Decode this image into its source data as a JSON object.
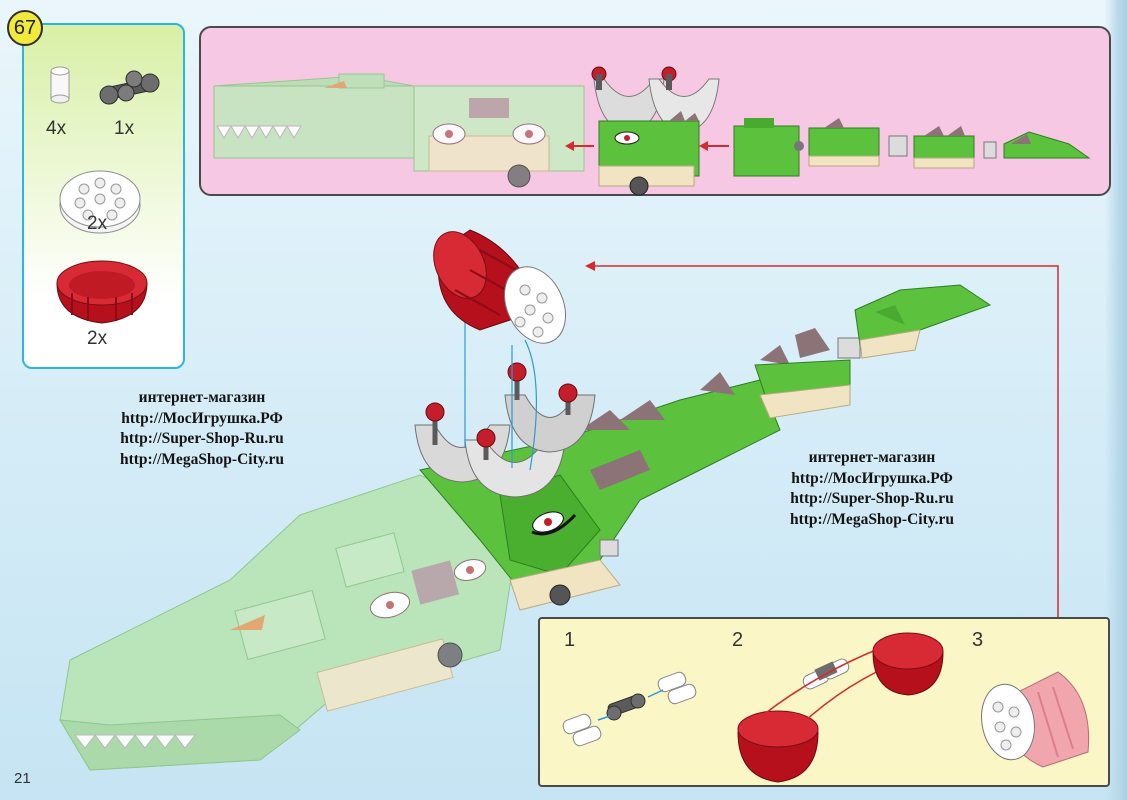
{
  "step": {
    "number": "67"
  },
  "parts": [
    {
      "name": "white-round-1x1-brick",
      "qty": "4x"
    },
    {
      "name": "dark-gray-axle-connector",
      "qty": "1x"
    },
    {
      "name": "white-round-plate-4x4",
      "qty": "2x"
    },
    {
      "name": "red-barrel-half",
      "qty": "2x"
    }
  ],
  "substeps": {
    "labels": [
      "1",
      "2",
      "3"
    ]
  },
  "shop_left": {
    "heading": "интернет-магазин",
    "links": [
      "http://МосИгрушка.РФ",
      "http://Super-Shop-Ru.ru",
      "http://MegaShop-City.ru"
    ]
  },
  "shop_right": {
    "heading": "интернет-магазин",
    "links": [
      "http://МосИгрушка.РФ",
      "http://Super-Shop-Ru.ru",
      "http://MegaShop-City.ru"
    ]
  },
  "page": {
    "number": "21"
  },
  "colors": {
    "background": "#d4ecf7",
    "parts_border": "#2eb3e6",
    "overview_bg": "#f6c8e3",
    "substeps_bg": "#fbf6c6",
    "badge": "#f2ea3a",
    "brick_green": "#5cc23e",
    "brick_light_green": "#a6dca2",
    "brick_red": "#c41e2a",
    "brick_gray": "#8b7377",
    "arrow_red": "#d62a30"
  }
}
